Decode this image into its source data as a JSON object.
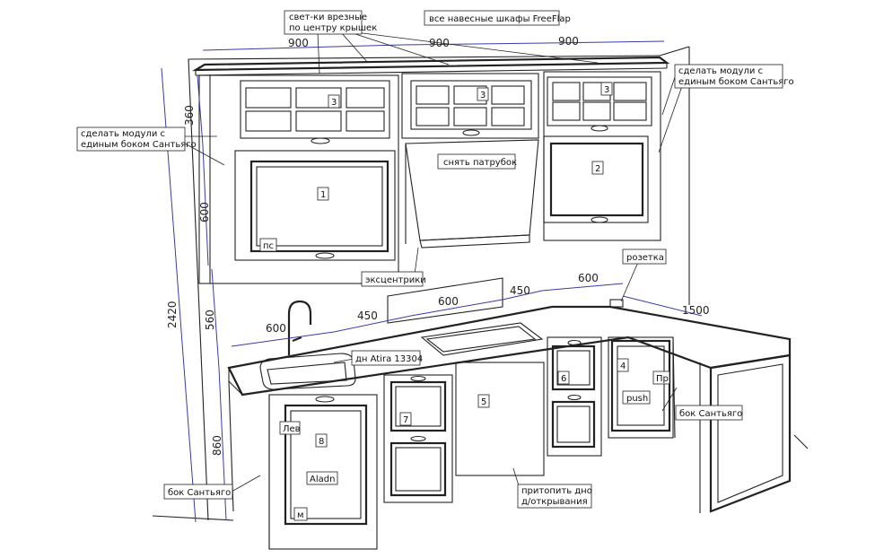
{
  "dimensions": {
    "top_widths": [
      "900",
      "900",
      "900"
    ],
    "upper_height": "360",
    "middle_height": "600",
    "total_height": "2420",
    "apron_height": "560",
    "base_height": "860",
    "counter_left": "600",
    "counter_gap1": "450",
    "counter_mid": "600",
    "counter_gap2": "450",
    "counter_right": "600",
    "bar_length": "1500"
  },
  "labels": {
    "lights": "свет-ки врезные\nпо центру крышек",
    "all_flap": "все навесные шкафы FreeFlap",
    "modules_left": "сделать модули с\nединым боком Сантьяго",
    "modules_right": "сделать модули с\nединым боком Сантьяго",
    "remove_hood": "снять патрубок",
    "eccentrics": "эксцентрики",
    "socket": "розетка",
    "oven": "дн Atira 13304",
    "side_right": "бок Сантьяго",
    "side_left": "бок Сантьяго",
    "sink_note": "притопить дно\nд/открывания"
  },
  "markers": {
    "m1": "1",
    "m2": "2",
    "m3a": "3",
    "m3b": "3",
    "m3c": "3",
    "m4": "4",
    "m5": "5",
    "m6": "6",
    "m7": "7",
    "m8": "8",
    "ps": "пс",
    "lev": "Лев",
    "pr": "Пр",
    "push": "push",
    "aladn": "Aladn",
    "m": "м"
  }
}
